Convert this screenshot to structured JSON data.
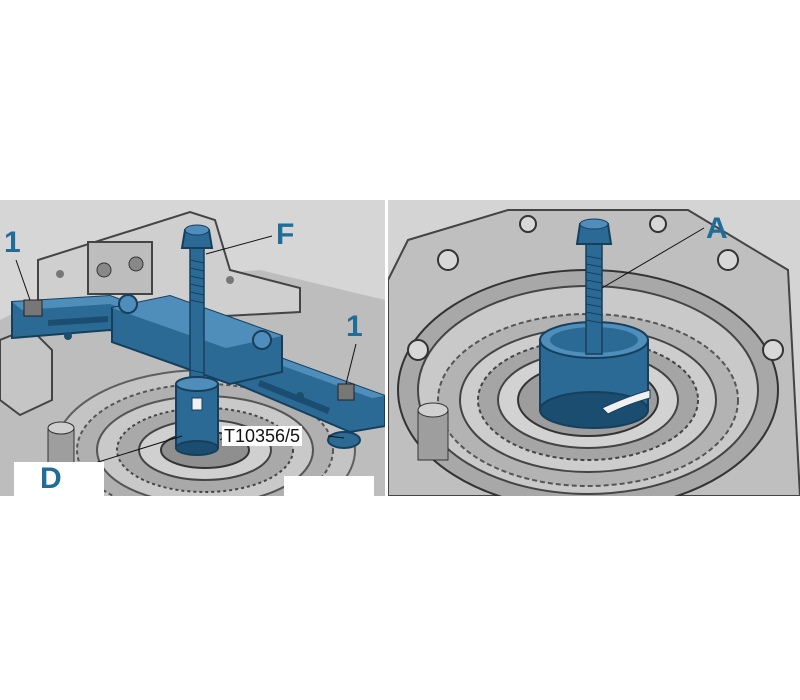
{
  "left_panel": {
    "labels": {
      "f": "F",
      "one_left": "1",
      "one_right": "1",
      "tool_number": "T10356/5",
      "d": "D"
    }
  },
  "right_panel": {
    "labels": {
      "a": "A"
    }
  },
  "colors": {
    "tool_blue": "#2c6a96",
    "tool_blue_dark": "#1b4d70",
    "tool_blue_light": "#4f8dbb",
    "label_blue": "#1f6d98",
    "housing_gray": "#c8c8c8",
    "housing_dark": "#6e6e6e"
  }
}
